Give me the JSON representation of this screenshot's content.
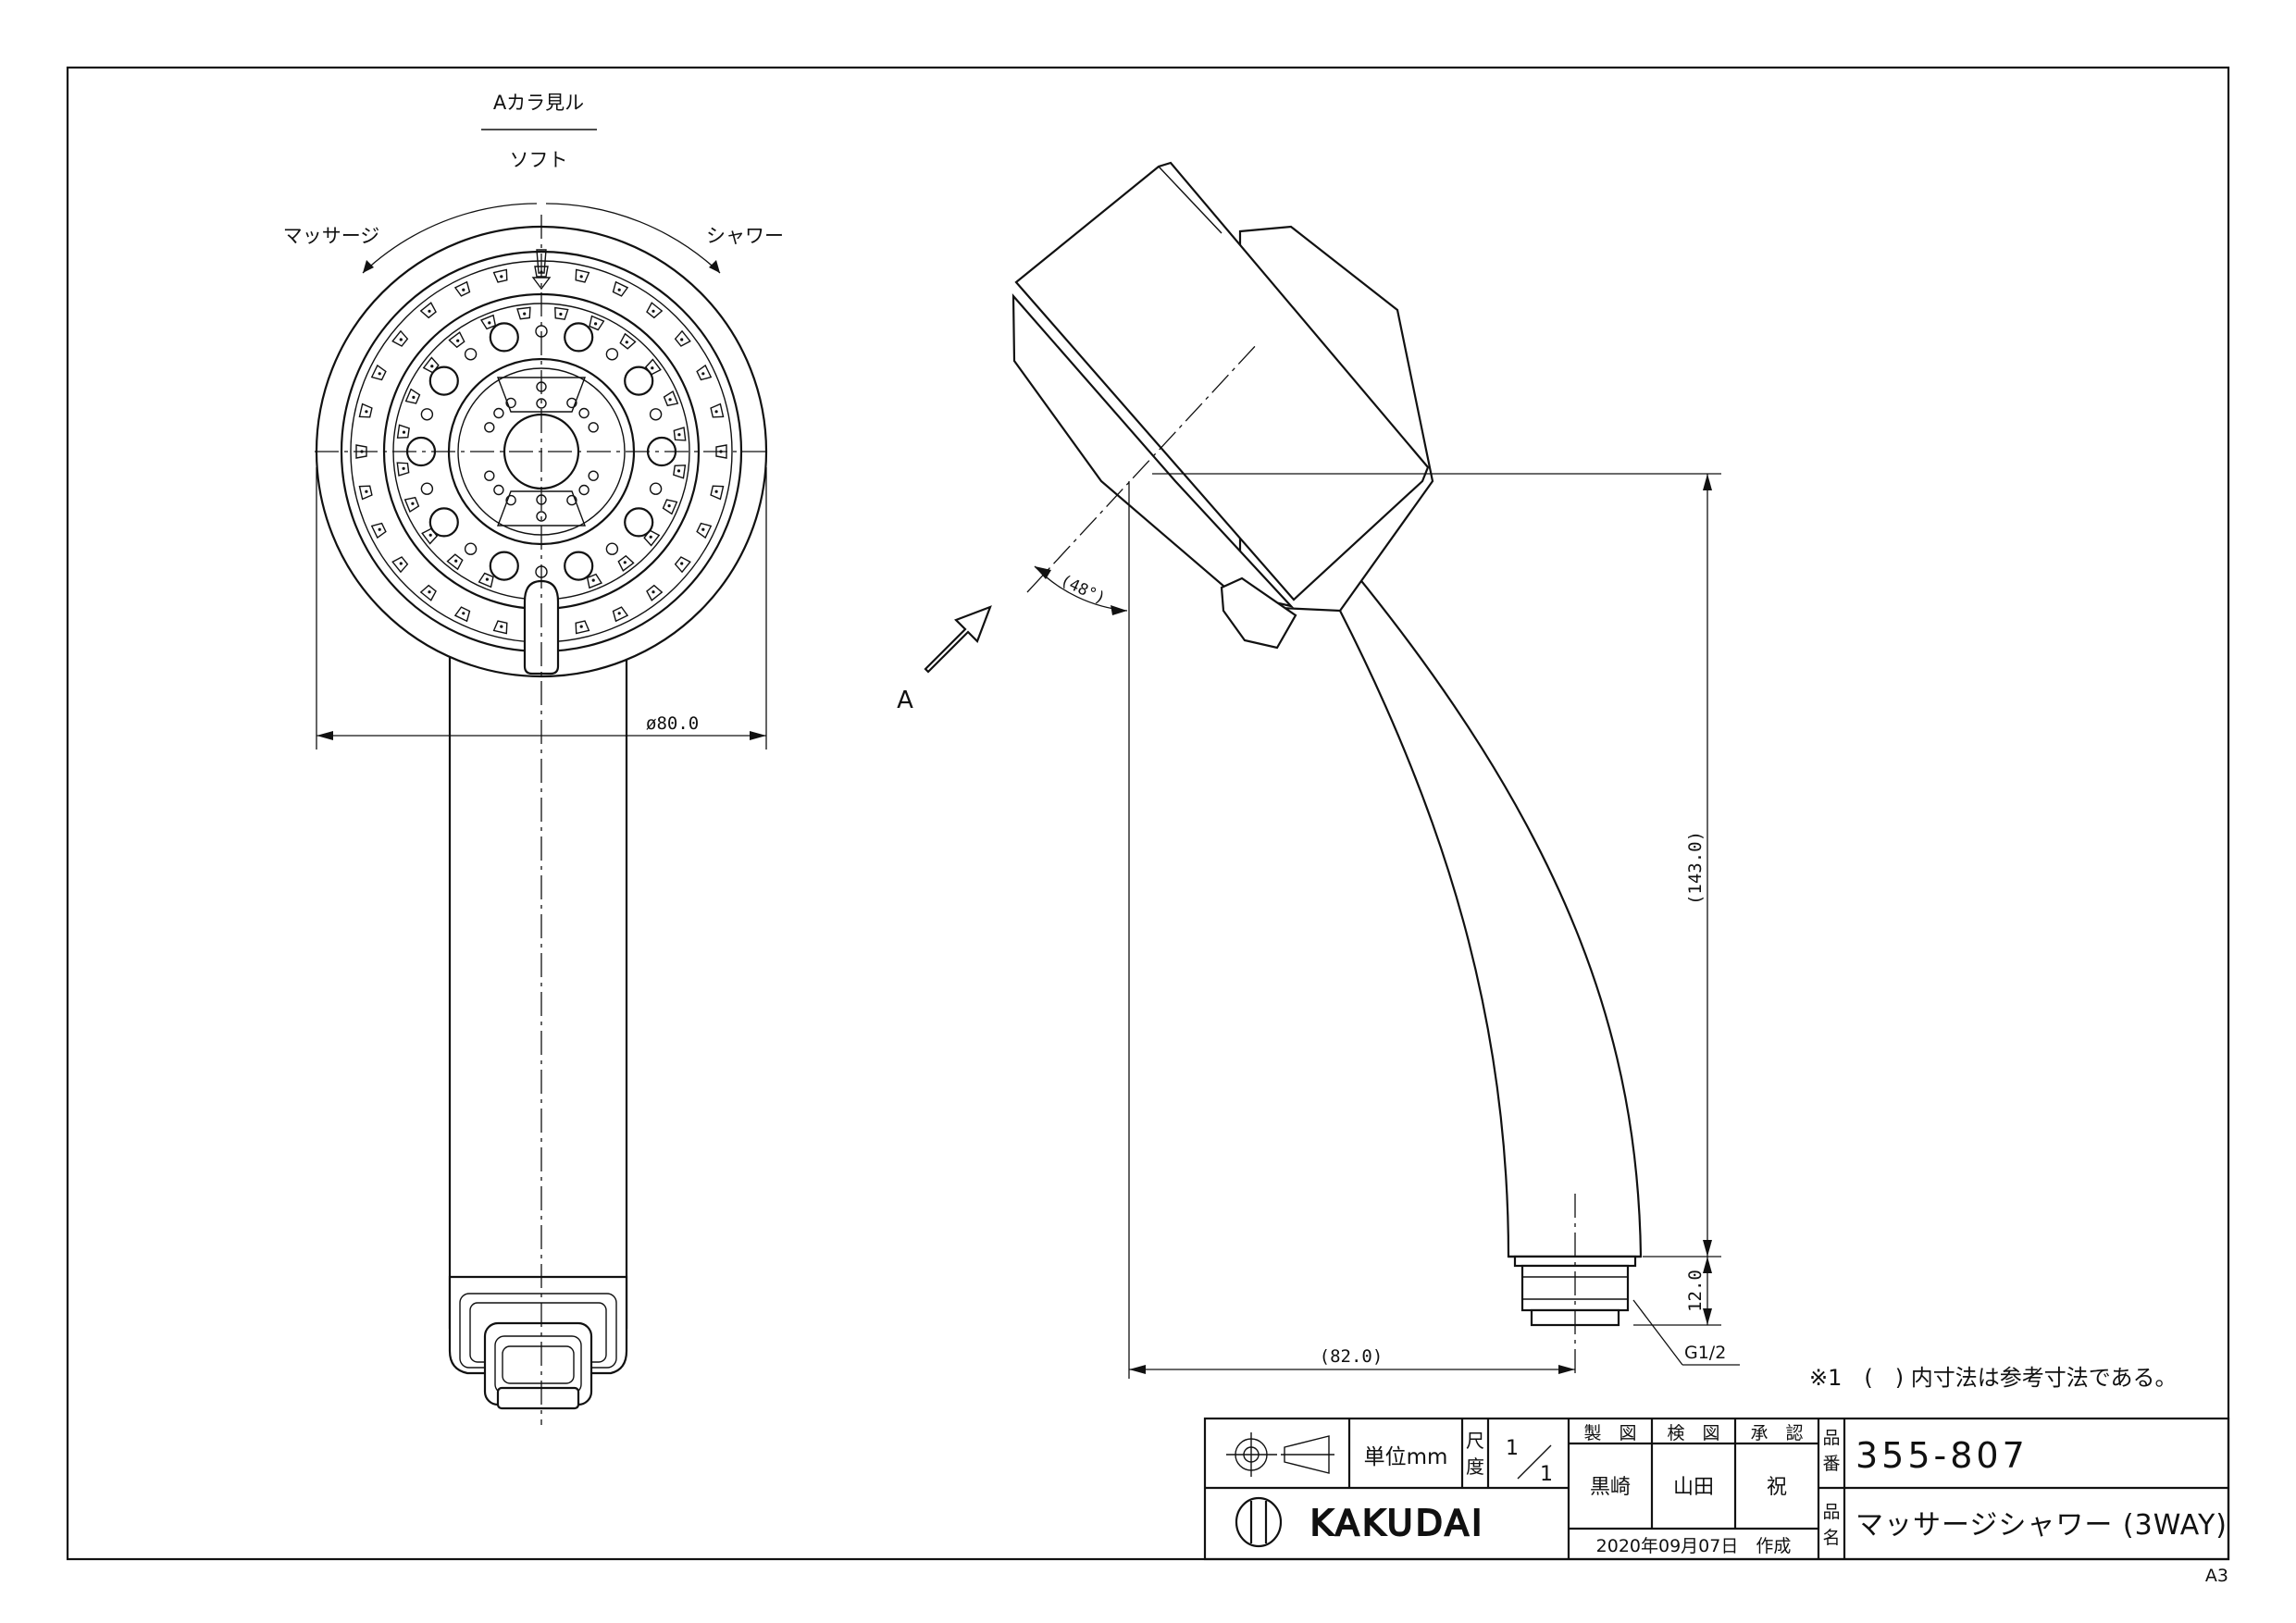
{
  "front_view": {
    "view_from_label": "Aカラ見ル",
    "mode_soft": "ソフト",
    "mode_massage": "マッサージ",
    "mode_shower": "シャワー",
    "diameter_label": "ø80.0"
  },
  "side_view": {
    "arrow_label": "A",
    "angle_label": "(48°)",
    "height_label": "(143.0)",
    "fitting_length_label": "12.0",
    "width_label": "(82.0)",
    "thread_label": "G1/2"
  },
  "note": "※1　(　) 内寸法は参考寸法である。",
  "title_block": {
    "unit_label": "単位mm",
    "scale_label_1": "尺",
    "scale_label_2": "度",
    "scale_num": "1",
    "scale_den": "1",
    "drawn_header": "製　図",
    "checked_header": "検　図",
    "approved_header": "承　認",
    "drawn_by": "黒崎",
    "checked_by": "山田",
    "approved_by": "祝",
    "date": "2020年09月07日　作成",
    "part_no_label_1": "品",
    "part_no_label_2": "番",
    "part_name_label_1": "品",
    "part_name_label_2": "名",
    "part_no": "355-807",
    "part_name": "マッサージシャワー (3WAY)",
    "logo_text": "KAKUDAI"
  },
  "sheet_size": "A3"
}
